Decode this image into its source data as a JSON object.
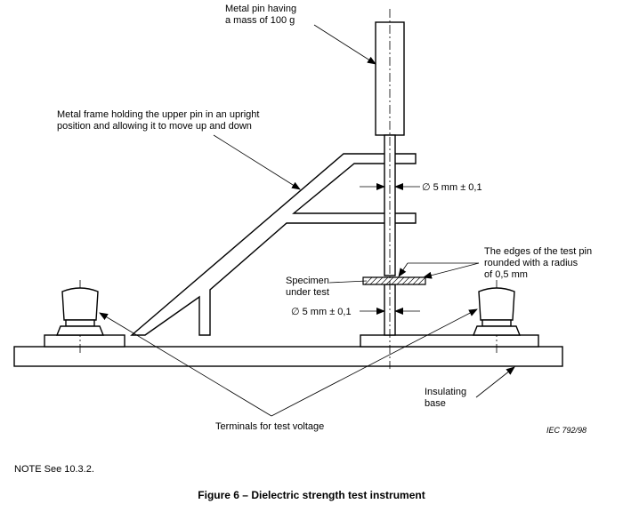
{
  "labels": {
    "metal_pin": [
      "Metal pin having",
      "a mass of 100 g"
    ],
    "metal_frame": [
      "Metal frame holding the upper pin in an upright",
      "position and allowing it to move up and down"
    ],
    "dim_upper": "∅ 5 mm ± 0,1",
    "dim_lower": "∅ 5 mm ± 0,1",
    "edges": [
      "The edges of the test pin",
      "rounded with a radius",
      "of 0,5 mm"
    ],
    "specimen": [
      "Specimen",
      "under test"
    ],
    "insulating_base": [
      "Insulating",
      "base"
    ],
    "terminals": "Terminals for test voltage",
    "figure_ref": "IEC  792/98"
  },
  "note": "NOTE   See 10.3.2.",
  "caption": "Figure 6 – Dielectric strength test instrument"
}
